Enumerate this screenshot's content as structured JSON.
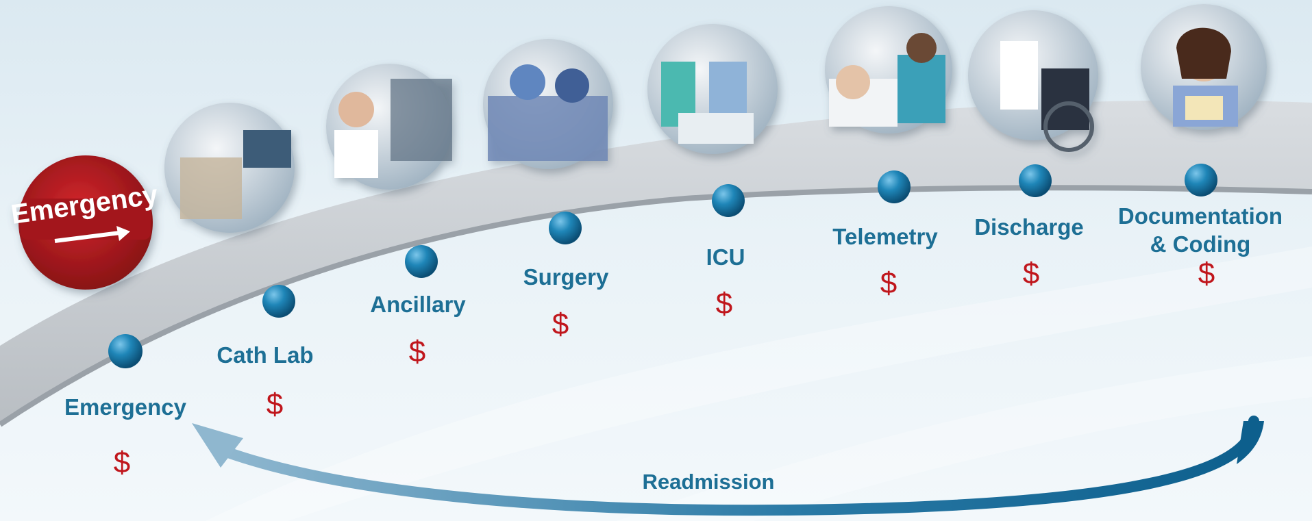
{
  "stages": [
    {
      "id": "emergency",
      "label": "Emergency",
      "cost": "$"
    },
    {
      "id": "cath-lab",
      "label": "Cath Lab",
      "cost": "$"
    },
    {
      "id": "ancillary",
      "label": "Ancillary",
      "cost": "$"
    },
    {
      "id": "surgery",
      "label": "Surgery",
      "cost": "$"
    },
    {
      "id": "icu",
      "label": "ICU",
      "cost": "$"
    },
    {
      "id": "telemetry",
      "label": "Telemetry",
      "cost": "$"
    },
    {
      "id": "discharge",
      "label": "Discharge",
      "cost": "$"
    },
    {
      "id": "documentation-coding",
      "label_line1": "Documentation",
      "label_line2": "& Coding",
      "cost": "$"
    }
  ],
  "photo_sign_text": "Emergency",
  "loop_label": "Readmission",
  "colors": {
    "label": "#1d6f95",
    "cost": "#c0161c",
    "node": "#1b7fb0",
    "band": "#c9ced3",
    "arrow": "#1b6f98"
  }
}
